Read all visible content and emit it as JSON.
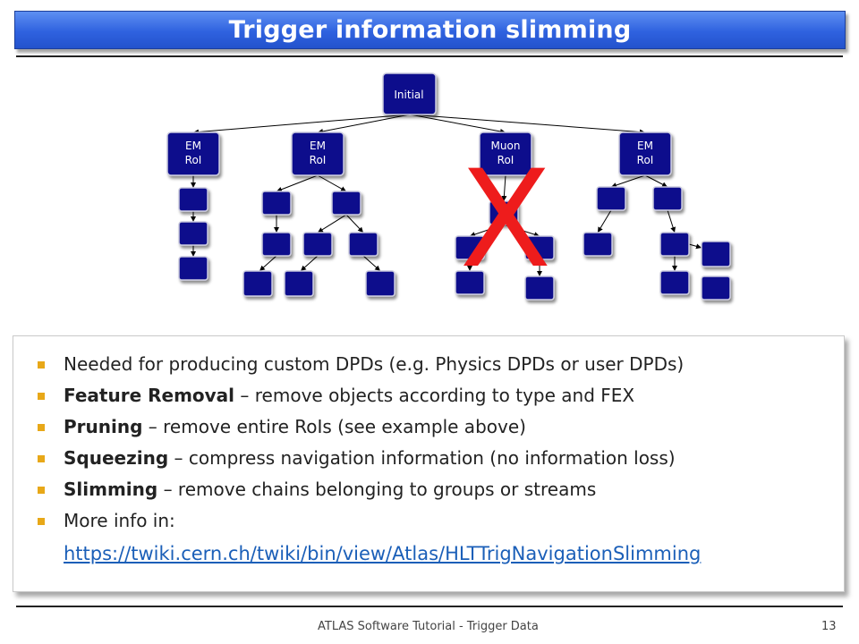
{
  "title": "Trigger information slimming",
  "diagram": {
    "nodes": {
      "initial": "Initial",
      "roi1": [
        "EM",
        "RoI"
      ],
      "roi2": [
        "EM",
        "RoI"
      ],
      "roi3": [
        "Muon",
        "RoI"
      ],
      "roi4": [
        "EM",
        "RoI"
      ]
    },
    "removed_marker": "X",
    "colors": {
      "node": "#0b0b8c",
      "removed_marker": "#ee1c1c",
      "title_bar": "#2f62df"
    }
  },
  "bullets": [
    {
      "bold": "",
      "text": "Needed for producing custom DPDs (e.g. Physics DPDs or user DPDs)"
    },
    {
      "bold": "Feature Removal",
      "text": " – remove objects according to type and FEX"
    },
    {
      "bold": "Pruning",
      "text": " – remove entire RoIs (see example above)"
    },
    {
      "bold": "Squeezing",
      "text": " – compress navigation information (no information loss)"
    },
    {
      "bold": "Slimming",
      "text": " – remove chains belonging to groups or streams"
    },
    {
      "bold": "",
      "text": "More info in:"
    }
  ],
  "link": "https://twiki.cern.ch/twiki/bin/view/Atlas/HLTTrigNavigationSlimming",
  "footer": {
    "text": "ATLAS Software Tutorial - Trigger Data",
    "page": "13"
  }
}
